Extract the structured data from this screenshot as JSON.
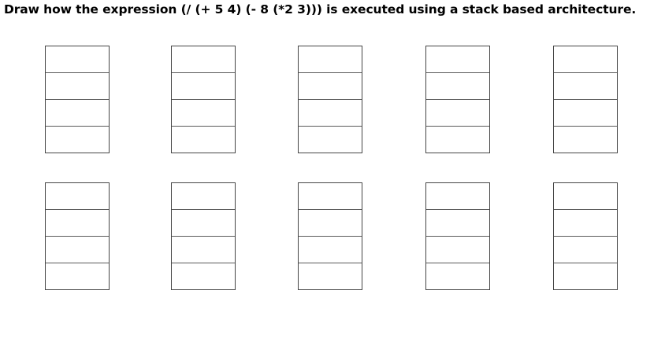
{
  "title": "Draw how the expression (/ (+ 5 4) (- 8 (*2 3))) is executed using a stack based architecture.",
  "stack_grid": {
    "rows": 2,
    "stacks_per_row": 5,
    "cells_per_stack": 4,
    "cell_value": ""
  },
  "colors": {
    "background": "#ffffff",
    "border": "#454545",
    "text": "#000000"
  }
}
